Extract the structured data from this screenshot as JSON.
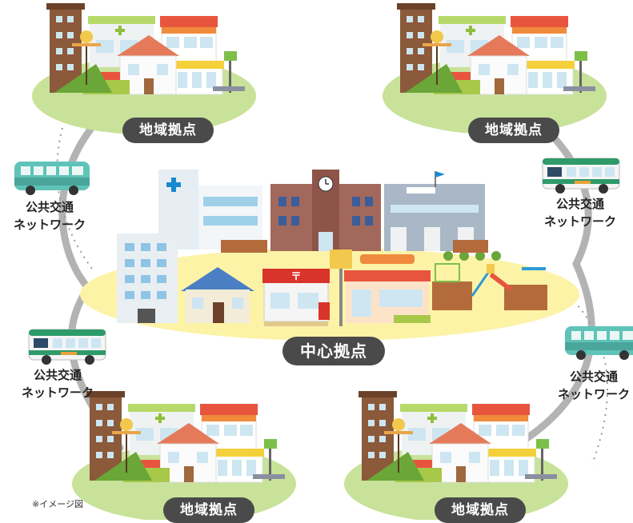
{
  "hubs": {
    "top_left": "地域拠点",
    "top_right": "地域拠点",
    "bottom_left": "地域拠点",
    "bottom_right": "地域拠点",
    "center": "中心拠点"
  },
  "networks": {
    "left_upper": [
      "公共交通",
      "ネットワーク"
    ],
    "right_upper": [
      "公共交通",
      "ネットワーク"
    ],
    "left_lower": [
      "公共交通",
      "ネットワーク"
    ],
    "right_lower": [
      "公共交通",
      "ネットワーク"
    ]
  },
  "signs": {
    "post_office": "〒"
  },
  "note": "※イメージ図",
  "colors": {
    "regional_ground": "#c8e29a",
    "center_ground": "#fdf3a7",
    "ring_road": "#b3b3b3",
    "label_bg": "#4a4a4a",
    "bus_teal": "#5fc3b8",
    "bus_green": "#2f9a6a",
    "hospital_cross": "#1a8ad0",
    "post_red": "#d9342b"
  }
}
